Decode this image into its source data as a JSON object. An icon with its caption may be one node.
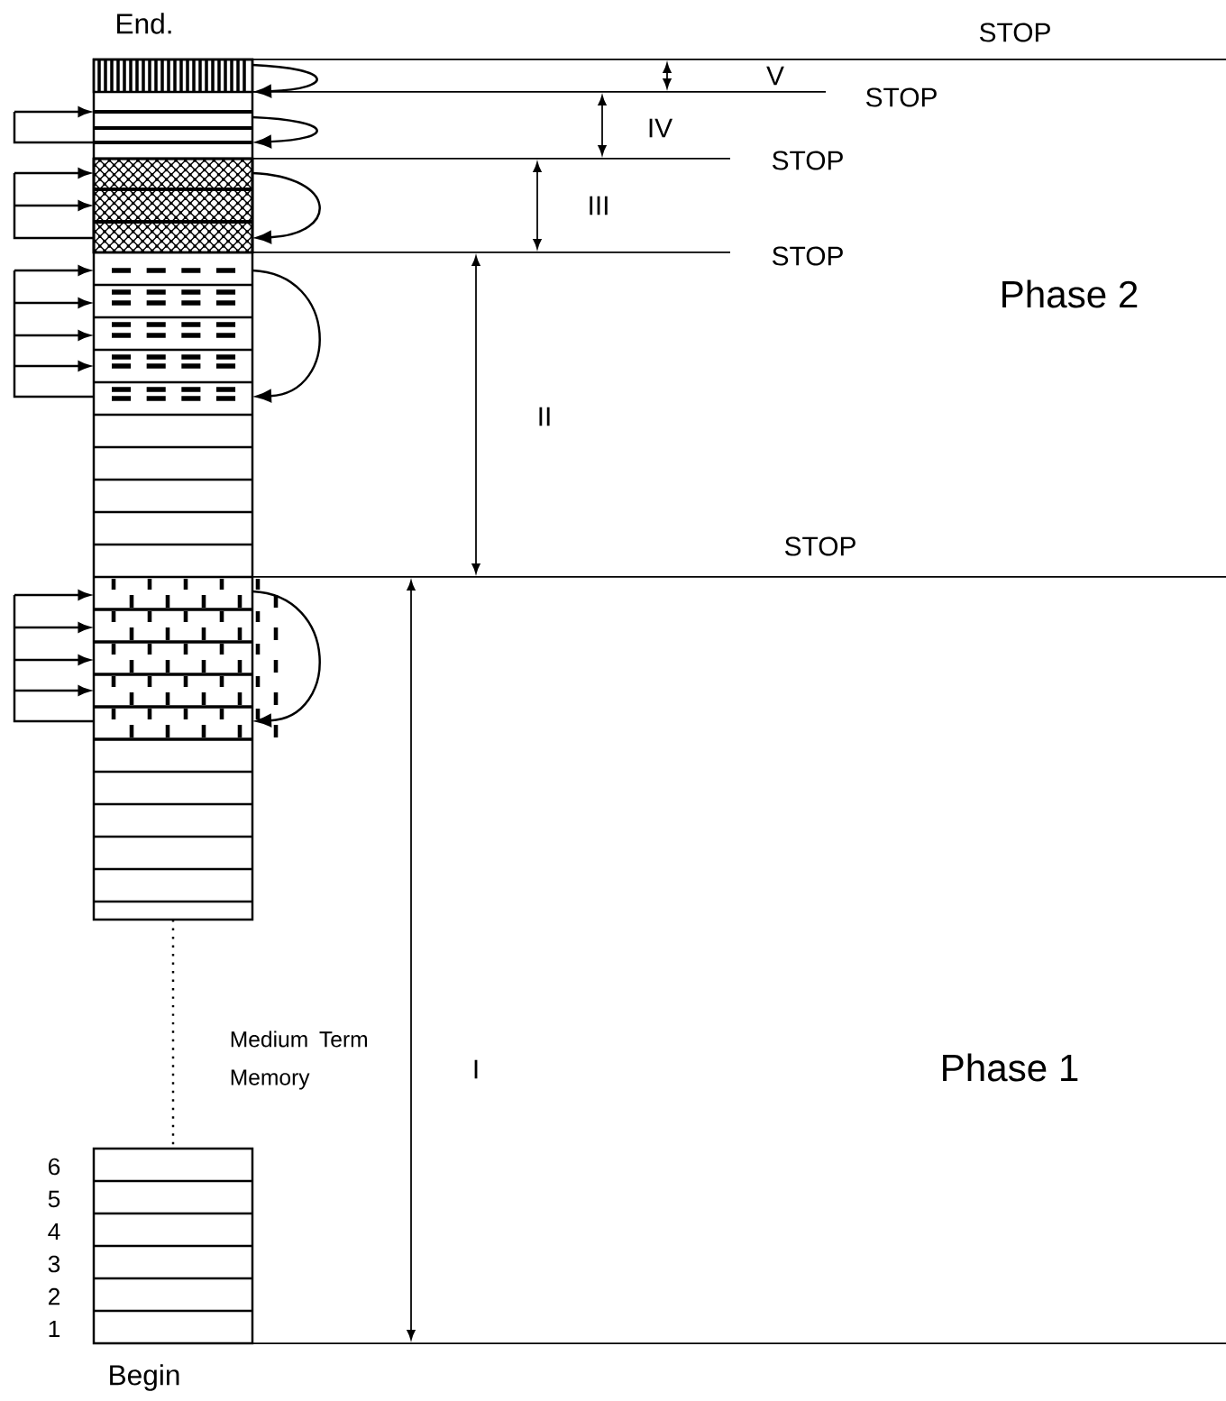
{
  "diagram": {
    "labels": [
      "End.",
      "STOP",
      "V",
      "STOP",
      "IV",
      "STOP",
      "III",
      "STOP",
      "Phase 2",
      "II",
      "STOP",
      "I",
      "Phase 1",
      "Medium Term Memory",
      "6",
      "5",
      "4",
      "3",
      "2",
      "1",
      "Begin"
    ]
  }
}
